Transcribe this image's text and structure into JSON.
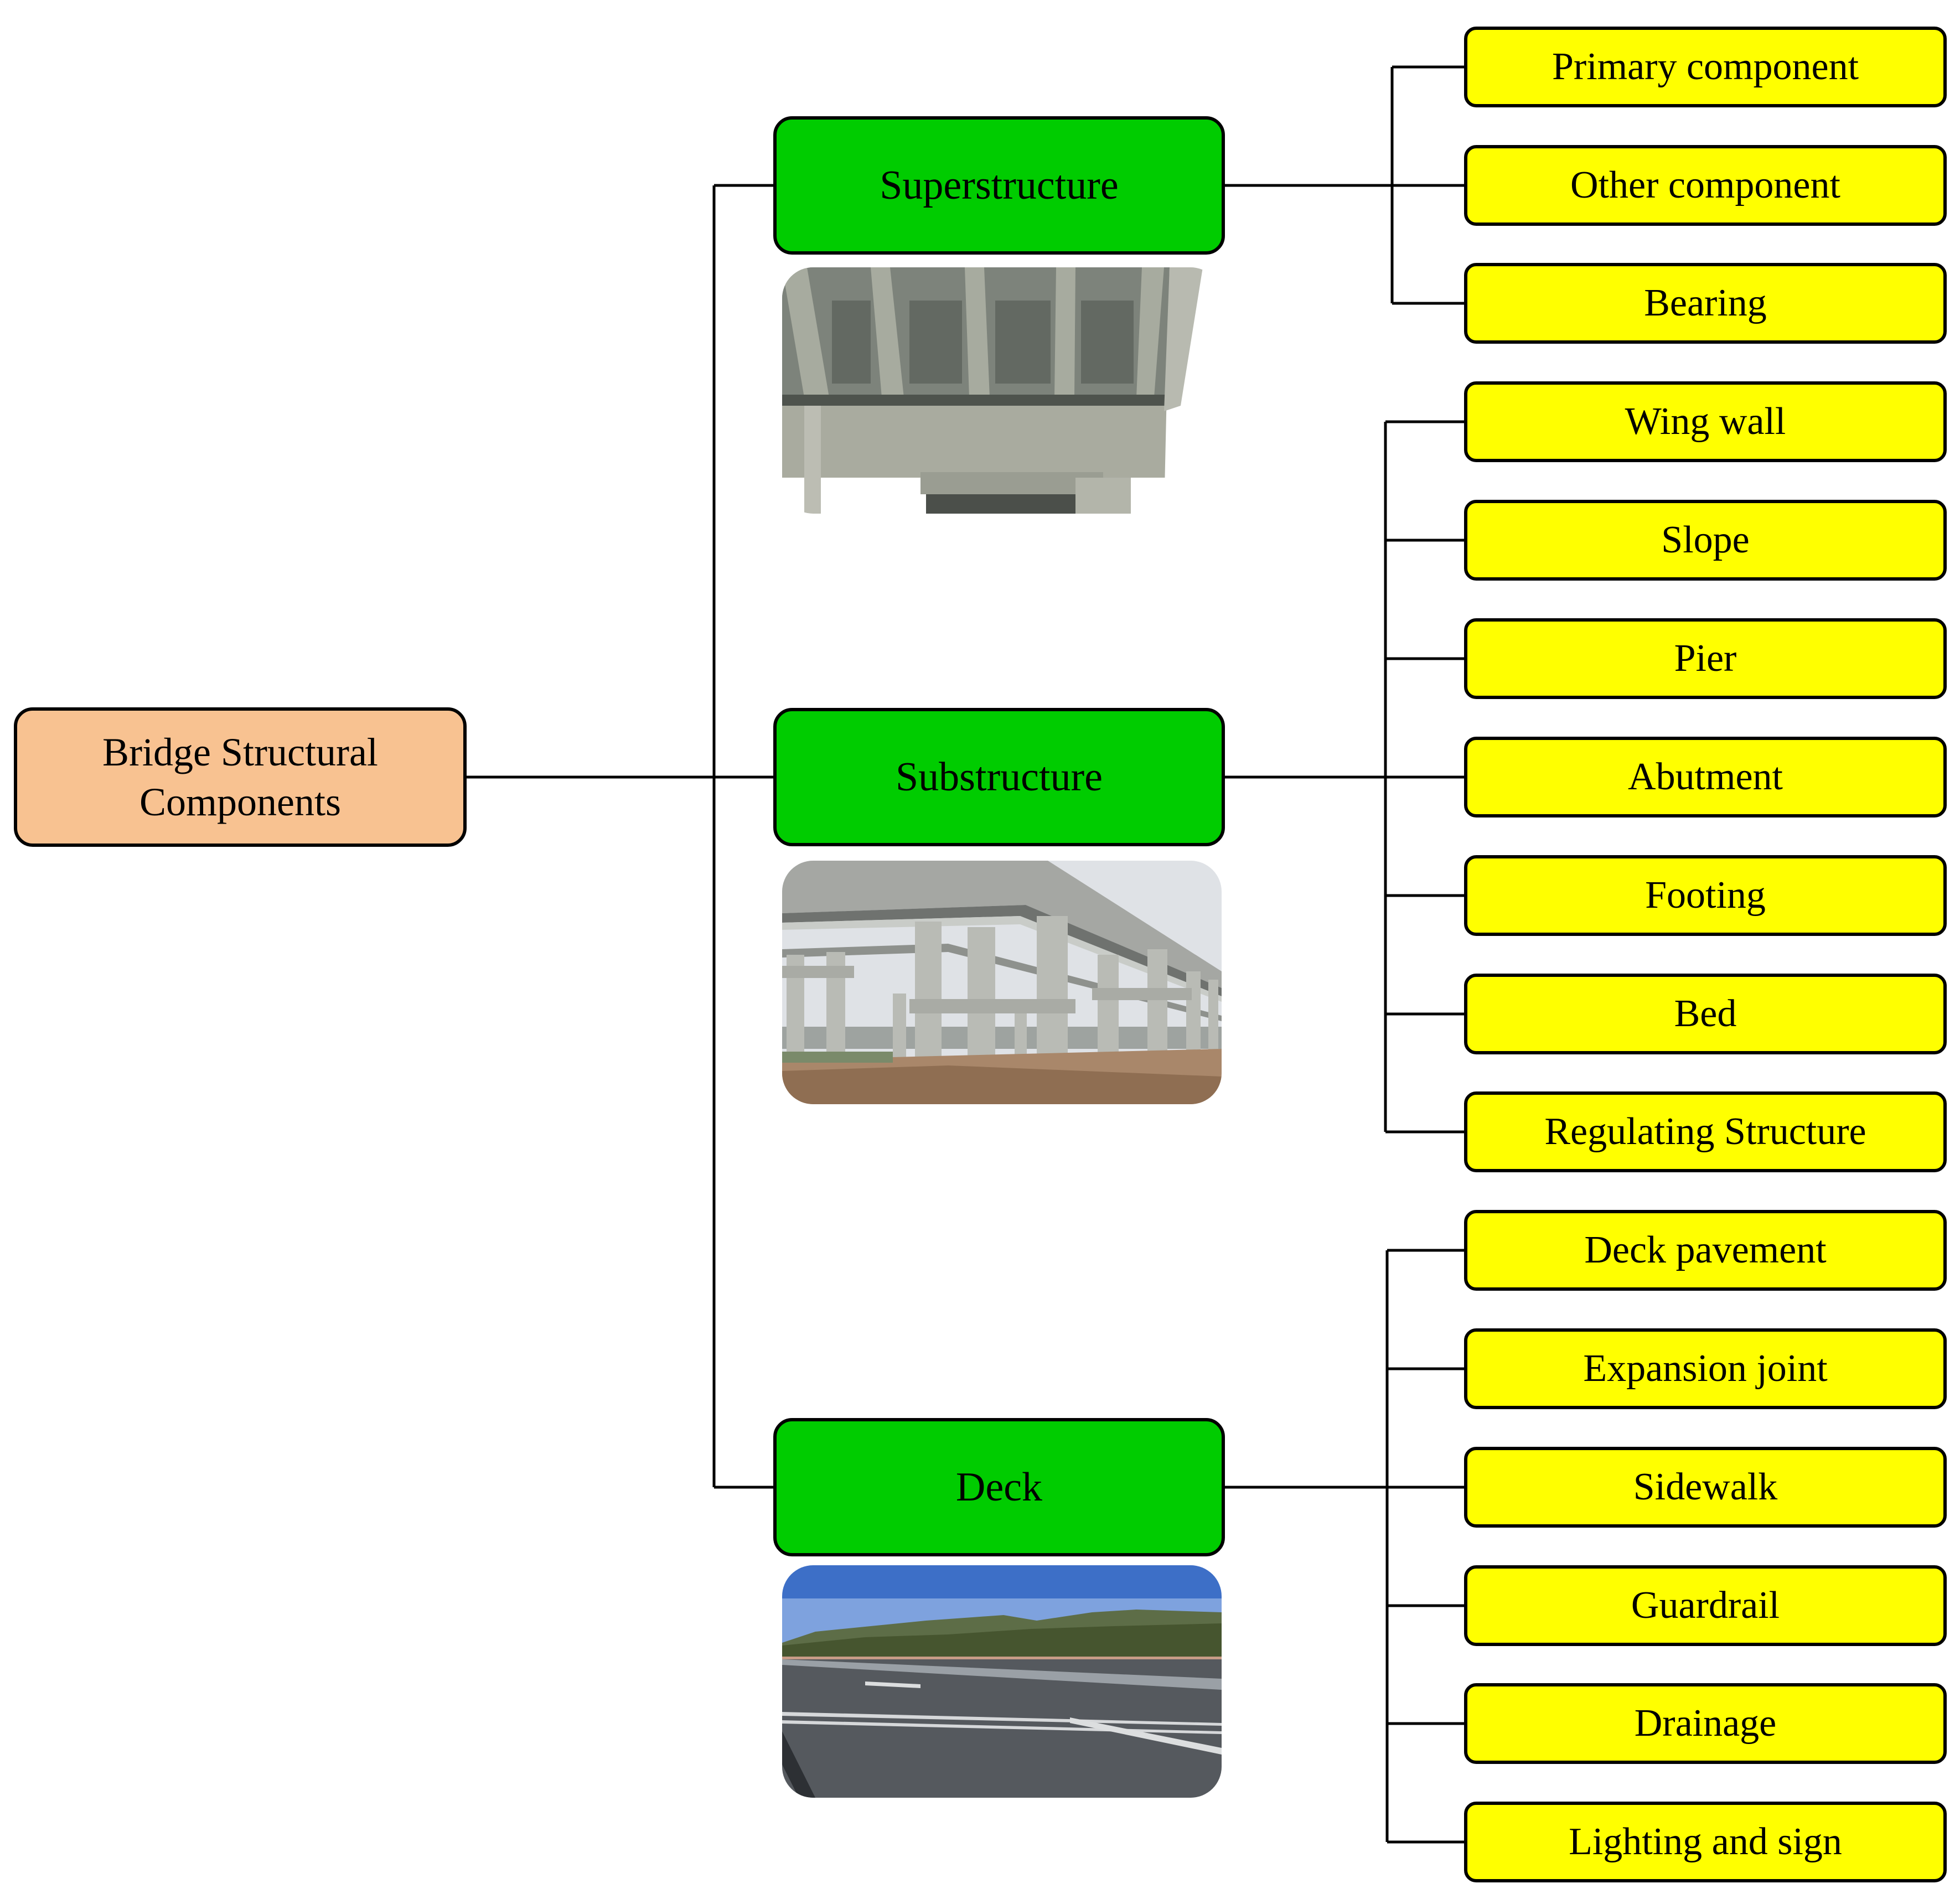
{
  "root": {
    "label": "Bridge Structural\nComponents"
  },
  "categories": [
    {
      "label": "Superstructure",
      "photo_icon": "concrete-girder-underside-photo",
      "children": [
        "Primary component",
        "Other component",
        "Bearing"
      ]
    },
    {
      "label": "Substructure",
      "photo_icon": "bridge-piers-photo",
      "children": [
        "Wing wall",
        "Slope",
        "Pier",
        "Abutment",
        "Footing",
        "Bed",
        "Regulating Structure"
      ]
    },
    {
      "label": "Deck",
      "photo_icon": "road-deck-photo",
      "children": [
        "Deck pavement",
        "Expansion joint",
        "Sidewalk",
        "Guardrail",
        "Drainage",
        "Lighting and sign"
      ]
    }
  ],
  "colors": {
    "root_fill": "#f8c291",
    "category_fill": "#00cc00",
    "leaf_fill": "#ffff00",
    "stroke": "#000000"
  }
}
